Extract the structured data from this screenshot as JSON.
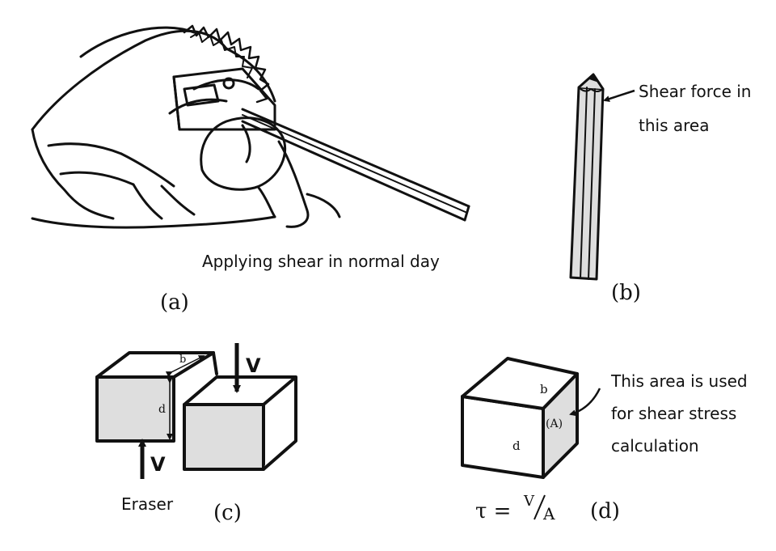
{
  "panel_a": {
    "caption": "Applying shear in normal day",
    "label": "(a)"
  },
  "panel_b": {
    "callout_line1": "Shear force in",
    "callout_line2": "this area",
    "label": "(b)"
  },
  "panel_c": {
    "dim_b": "b",
    "dim_d": "d",
    "force_top": "V",
    "force_bottom": "V",
    "object": "Eraser",
    "label": "(c)"
  },
  "panel_d": {
    "face_b": "b",
    "face_d": "d",
    "area": "(A)",
    "callout_line1": "This area is used",
    "callout_line2": "for shear stress",
    "callout_line3": "calculation",
    "formula_lhs": "τ =",
    "formula_num": "V",
    "formula_den": "A",
    "label": "(d)"
  },
  "colors": {
    "ink": "#111111",
    "fill": "#dedede",
    "paper": "#ffffff"
  }
}
